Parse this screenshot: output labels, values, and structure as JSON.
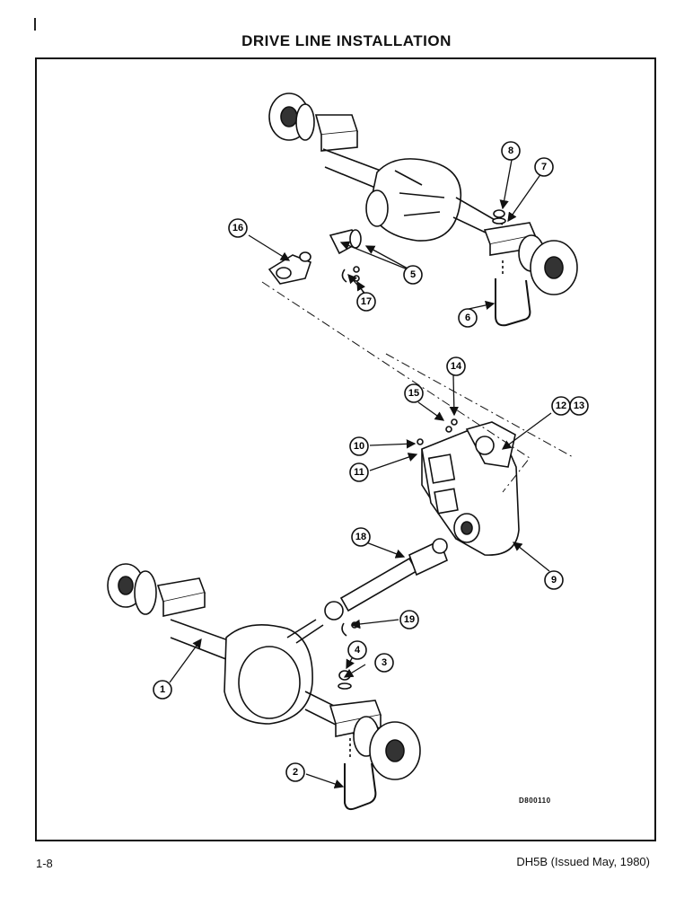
{
  "page": {
    "title": "DRIVE LINE INSTALLATION",
    "figure_id": "D800110",
    "page_number": "1-8",
    "doc_ref": "DH5B (Issued May, 1980)"
  },
  "callouts": {
    "c1": "1",
    "c2": "2",
    "c3": "3",
    "c4": "4",
    "c5": "5",
    "c6": "6",
    "c7": "7",
    "c8": "8",
    "c9": "9",
    "c10": "10",
    "c11": "11",
    "c12": "12",
    "c13": "13",
    "c14": "14",
    "c15": "15",
    "c16": "16",
    "c17": "17",
    "c18": "18",
    "c19": "19"
  }
}
